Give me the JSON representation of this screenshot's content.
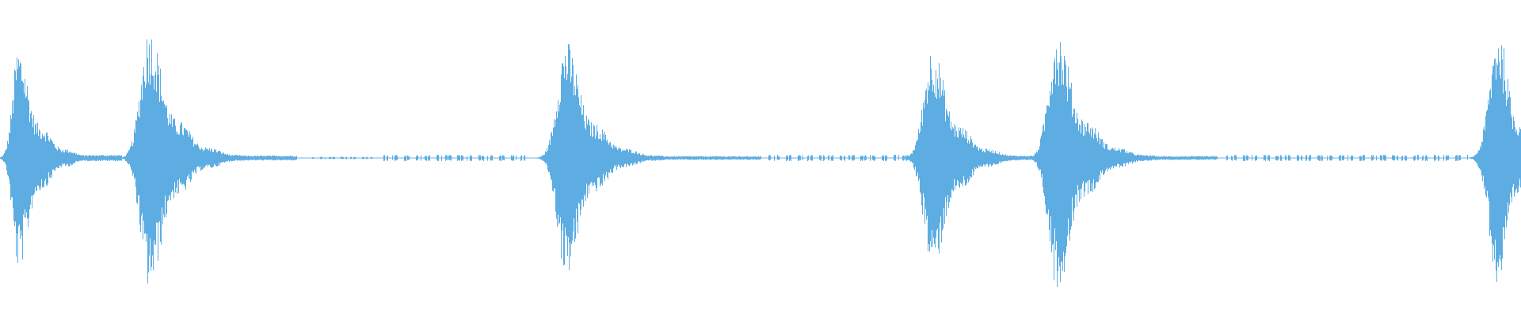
{
  "waveform": {
    "color": "#5DADE2",
    "background": "#FFFFFF",
    "peak_amplitude": 0.42,
    "bursts": [
      {
        "center": 0.012,
        "attack": 0.008,
        "decay": 0.022,
        "peak": 0.36
      },
      {
        "center": 0.098,
        "attack": 0.012,
        "decay": 0.028,
        "peak": 0.42
      },
      {
        "center": 0.372,
        "attack": 0.012,
        "decay": 0.028,
        "peak": 0.38
      },
      {
        "center": 0.613,
        "attack": 0.012,
        "decay": 0.026,
        "peak": 0.36
      },
      {
        "center": 0.695,
        "attack": 0.012,
        "decay": 0.028,
        "peak": 0.42
      },
      {
        "center": 0.985,
        "attack": 0.012,
        "decay": 0.02,
        "peak": 0.42
      }
    ],
    "noise_segments": [
      {
        "start": 0.04,
        "end": 0.08,
        "level": 0.01
      },
      {
        "start": 0.112,
        "end": 0.195,
        "level": 0.008
      },
      {
        "start": 0.205,
        "end": 0.245,
        "level": 0.004,
        "dashed": true
      },
      {
        "start": 0.252,
        "end": 0.345,
        "level": 0.01,
        "dashed": true
      },
      {
        "start": 0.385,
        "end": 0.5,
        "level": 0.006
      },
      {
        "start": 0.505,
        "end": 0.6,
        "level": 0.01,
        "dashed": true
      },
      {
        "start": 0.625,
        "end": 0.68,
        "level": 0.008
      },
      {
        "start": 0.71,
        "end": 0.8,
        "level": 0.006
      },
      {
        "start": 0.805,
        "end": 0.965,
        "level": 0.01,
        "dashed": true
      }
    ]
  }
}
